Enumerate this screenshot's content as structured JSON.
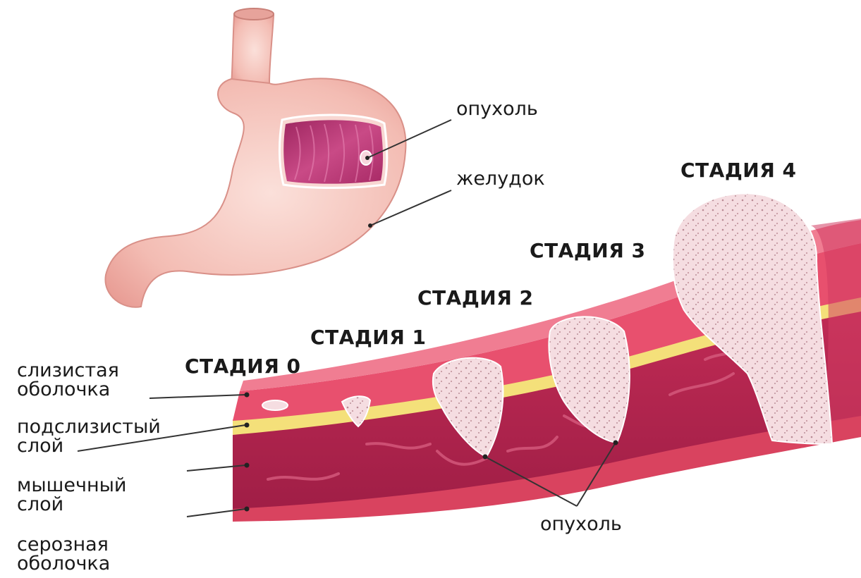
{
  "stomach": {
    "tumor_label": "опухоль",
    "stomach_label": "желудок"
  },
  "stages": [
    "СТАДИЯ 0",
    "СТАДИЯ 1",
    "СТАДИЯ 2",
    "СТАДИЯ 3",
    "СТАДИЯ 4"
  ],
  "layers": {
    "mucosa": [
      "слизистая",
      "оболочка"
    ],
    "submucosa": [
      "подслизистый",
      "слой"
    ],
    "muscle": [
      "мышечный",
      "слой"
    ],
    "serosa": [
      "серозная",
      "оболочка"
    ]
  },
  "bottom_tumor_label": "опухоль",
  "colors": {
    "stomach_skin": "#f5c4bd",
    "stomach_inner": "#b8336a",
    "mucosa": "#e8506e",
    "submucosa": "#f4e07a",
    "muscle": "#b8254f",
    "tumor": "#f3d8dc"
  }
}
